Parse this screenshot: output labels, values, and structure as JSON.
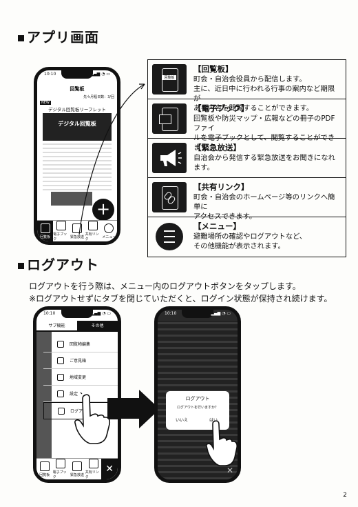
{
  "app_section": {
    "heading": "アプリ画面"
  },
  "logout_section": {
    "heading": "ログアウト"
  },
  "phone_app": {
    "time": "10:10",
    "header": "回覧板",
    "date_line": "先々月程日数：3/回",
    "new_badge": "NEW",
    "article_title": "デジタル回覧板リーフレット",
    "banner_title": "デジタル回覧板",
    "tabs": [
      "回覧板",
      "電子ブック",
      "緊急放送",
      "共有リンク",
      "メニュー"
    ]
  },
  "features": [
    {
      "title": "【回覧板】",
      "icon": "circular-board-icon",
      "icon_label": "回覧板",
      "desc": "町会・自治会役員から配信します。\n主に、近日中に行われる行事の案内など期限が\nある内容を閲覧することができます。"
    },
    {
      "title": "【電子ブック】",
      "icon": "ebook-icon",
      "desc": "回覧板や防災マップ・広報などの冊子のPDFファイ\nルを電子ブックとして、閲覧することができます。"
    },
    {
      "title": "【緊急放送】",
      "icon": "megaphone-icon",
      "desc": "自治会から発信する緊急放送をお聞きになれます。"
    },
    {
      "title": "【共有リンク】",
      "icon": "link-icon",
      "desc": "町会・自治会のホームページ等のリンクへ簡単に\nアクセスできます。"
    },
    {
      "title": "【メニュー】",
      "icon": "menu-icon",
      "desc": "避難場所の確認やログアウトなど、\nその他機能が表示されます。"
    }
  ],
  "logout_text": {
    "line1": "ログアウトを行う際は、メニュー内のログアウトボタンをタップします。",
    "line2": "※ログアウトせずにタブを閉じていただくと、ログイン状態が保持され続けます。"
  },
  "phone_menu": {
    "time": "10:10",
    "tab_sub": "サブ機能",
    "tab_other": "その他",
    "items": [
      "回覧物編集",
      "ご意見箱",
      "地域変更",
      "設定",
      "ログアウト"
    ],
    "tabs": [
      "回覧板",
      "電子ブック",
      "緊急放送",
      "共有リンク"
    ]
  },
  "phone_dialog": {
    "time": "10:10",
    "dialog_title": "ログアウト",
    "dialog_msg": "ログアウトを行いますか？",
    "cancel": "いいえ",
    "ok": "はい"
  },
  "page_number": "2"
}
